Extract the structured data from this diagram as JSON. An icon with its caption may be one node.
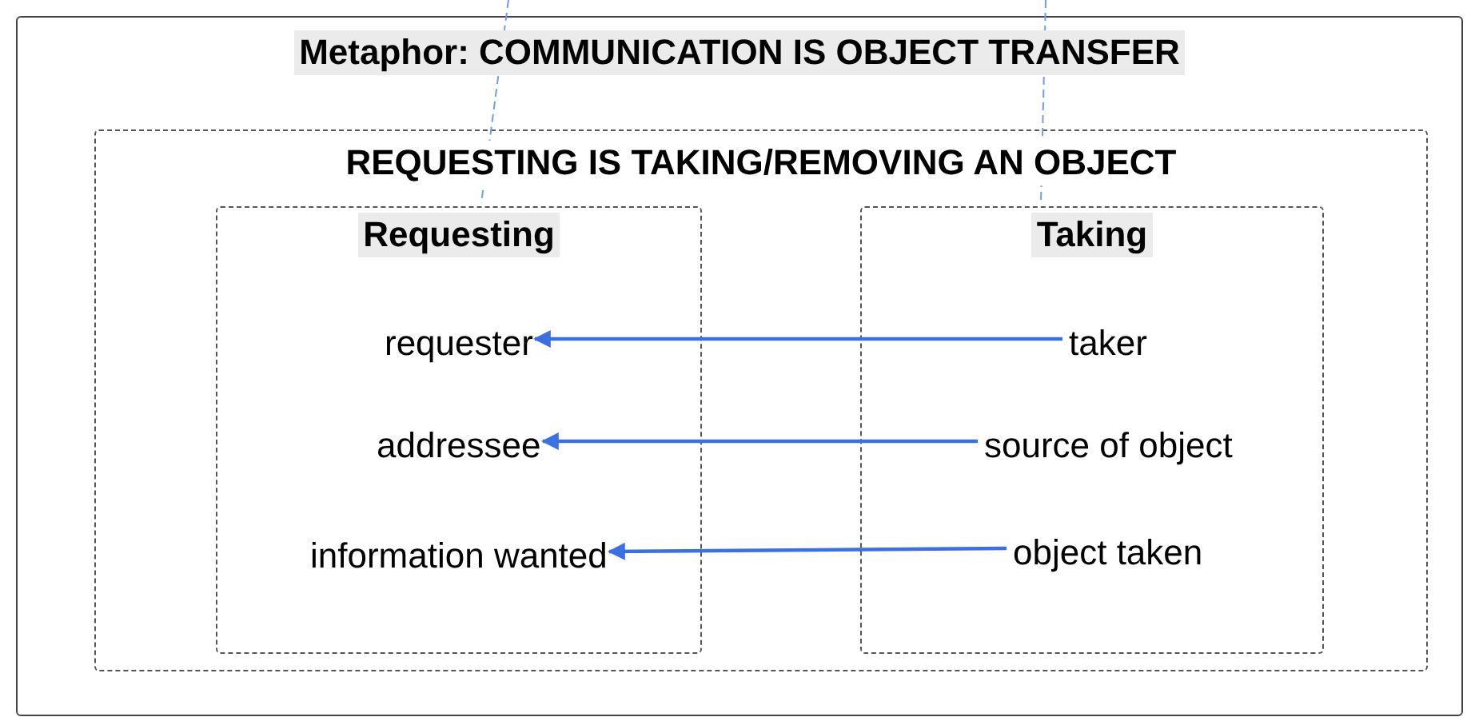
{
  "diagram": {
    "nodes": [
      {
        "text": [
          "Metaphor: COMMUNICATION IS OBJECT TRANSFER"
        ]
      },
      {
        "text": [
          "REQUESTING IS TAKING/REMOVING AN OBJECT"
        ],
        "in": 0
      },
      {
        "text": [
          "Requesting"
        ],
        "in": 1
      },
      {
        "text": [
          "Taking"
        ],
        "in": 1
      },
      {
        "text": [
          "requester"
        ],
        "in": 2
      },
      {
        "text": [
          "addressee"
        ],
        "in": 2
      },
      {
        "text": [
          "information wanted"
        ],
        "in": 2
      },
      {
        "text": [
          "taker"
        ],
        "in": 3
      },
      {
        "text": [
          "source of object"
        ],
        "in": 3
      },
      {
        "text": [
          "object taken"
        ],
        "in": 3
      }
    ],
    "edges": [
      {
        "from": 7,
        "to": 4,
        "arrow": "to"
      },
      {
        "from": 8,
        "to": 5,
        "arrow": "to"
      },
      {
        "from": 9,
        "to": 6,
        "arrow": "to"
      },
      {
        "from": null,
        "to": 2,
        "arrow": "none",
        "style": "dashed",
        "color": "#6d9eeb"
      },
      {
        "from": null,
        "to": 3,
        "arrow": "none",
        "style": "dashed",
        "color": "#6d9eeb"
      }
    ]
  }
}
